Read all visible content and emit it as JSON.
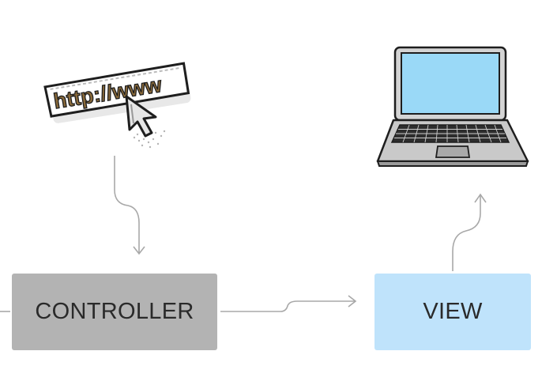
{
  "diagram": {
    "url_bar_text": "http://www",
    "controller_label": "CONTROLLER",
    "view_label": "VIEW",
    "colors": {
      "controller_fill": "#b3b3b3",
      "view_fill": "#bfe3fb",
      "arrow": "#a8a8a8",
      "laptop_screen": "#9ad9f7",
      "laptop_body": "#c9c9c9",
      "outline": "#1e1e1e"
    },
    "icons": {
      "url": "url-cursor-icon",
      "laptop": "laptop-icon"
    }
  }
}
